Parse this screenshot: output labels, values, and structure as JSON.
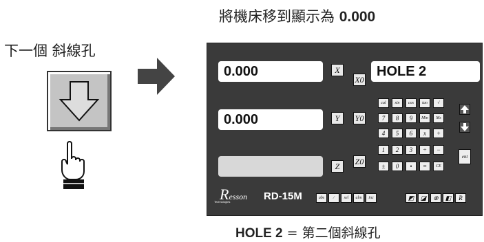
{
  "instruction_top": {
    "text": "將機床移到顯示為",
    "value": "0.000"
  },
  "instruction_left": "下一個  斜線孔",
  "instruction_bottom": {
    "hole": "HOLE 2",
    "eq": "=",
    "desc": "第二個斜線孔"
  },
  "dro": {
    "x_display": "0.000",
    "y_display": "0.000",
    "z_display": "",
    "message_display": "HOLE 2",
    "axis_buttons": {
      "x": "X",
      "y": "Y",
      "z": "Z",
      "xo": "X0",
      "yo": "Y0",
      "zo": "Z0"
    },
    "func_keys": [
      "cal",
      "sin",
      "cos",
      "tan",
      "√"
    ],
    "num_row1": [
      "7",
      "8",
      "9",
      "Min",
      "Ms"
    ],
    "num_row2": [
      "4",
      "5",
      "6",
      "x",
      "+"
    ],
    "num_row3": [
      "1",
      "2",
      "3",
      "÷",
      "−"
    ],
    "num_row4": [
      "±",
      "0",
      "•",
      "=",
      "CE"
    ],
    "ent_label": "ent",
    "brand": "R",
    "brand_rest": "esson",
    "brand_sub": "Technologies",
    "model": "RD-15M",
    "bottom_keys_left": [
      "abs",
      "⁄",
      "sel",
      "alm",
      "inc"
    ],
    "bottom_keys_right": [
      "◩",
      "◪",
      "⊗",
      "◧",
      "R"
    ]
  }
}
